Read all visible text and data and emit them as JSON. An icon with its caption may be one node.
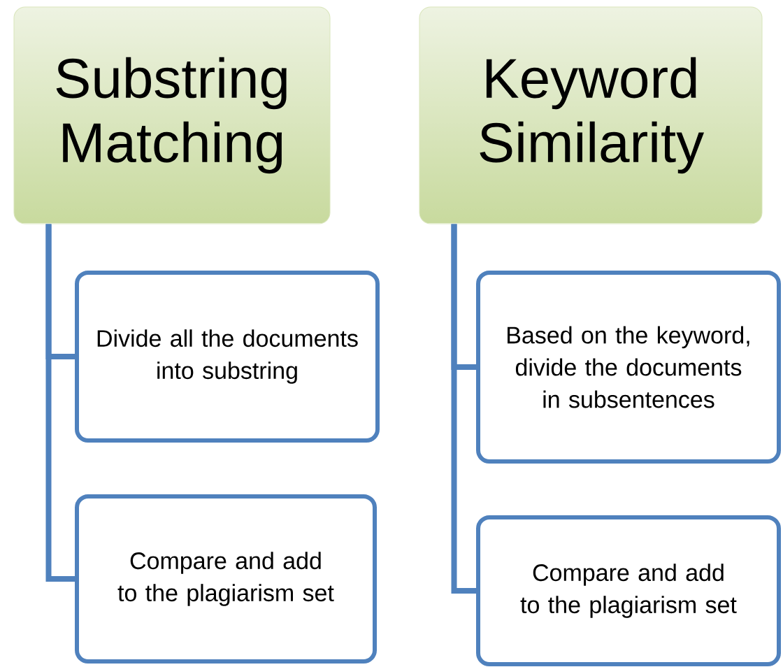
{
  "diagram": {
    "nodes": [
      {
        "text": [
          "Substring Matching"
        ]
      },
      {
        "text": [
          "Divide all the documents into substring"
        ]
      },
      {
        "text": [
          "Compare and add to the plagiarism set"
        ]
      },
      {
        "text": [
          "Keyword Similarity"
        ]
      },
      {
        "text": [
          "Based on the keyword, divide the documents in subsentences"
        ]
      },
      {
        "text": [
          "Compare and add to the plagiarism set"
        ]
      }
    ],
    "edges": [
      {
        "from": 0,
        "to": 1,
        "arrow": "none"
      },
      {
        "from": 0,
        "to": 2,
        "arrow": "none"
      },
      {
        "from": 3,
        "to": 4,
        "arrow": "none"
      },
      {
        "from": 3,
        "to": 5,
        "arrow": "none"
      }
    ]
  }
}
